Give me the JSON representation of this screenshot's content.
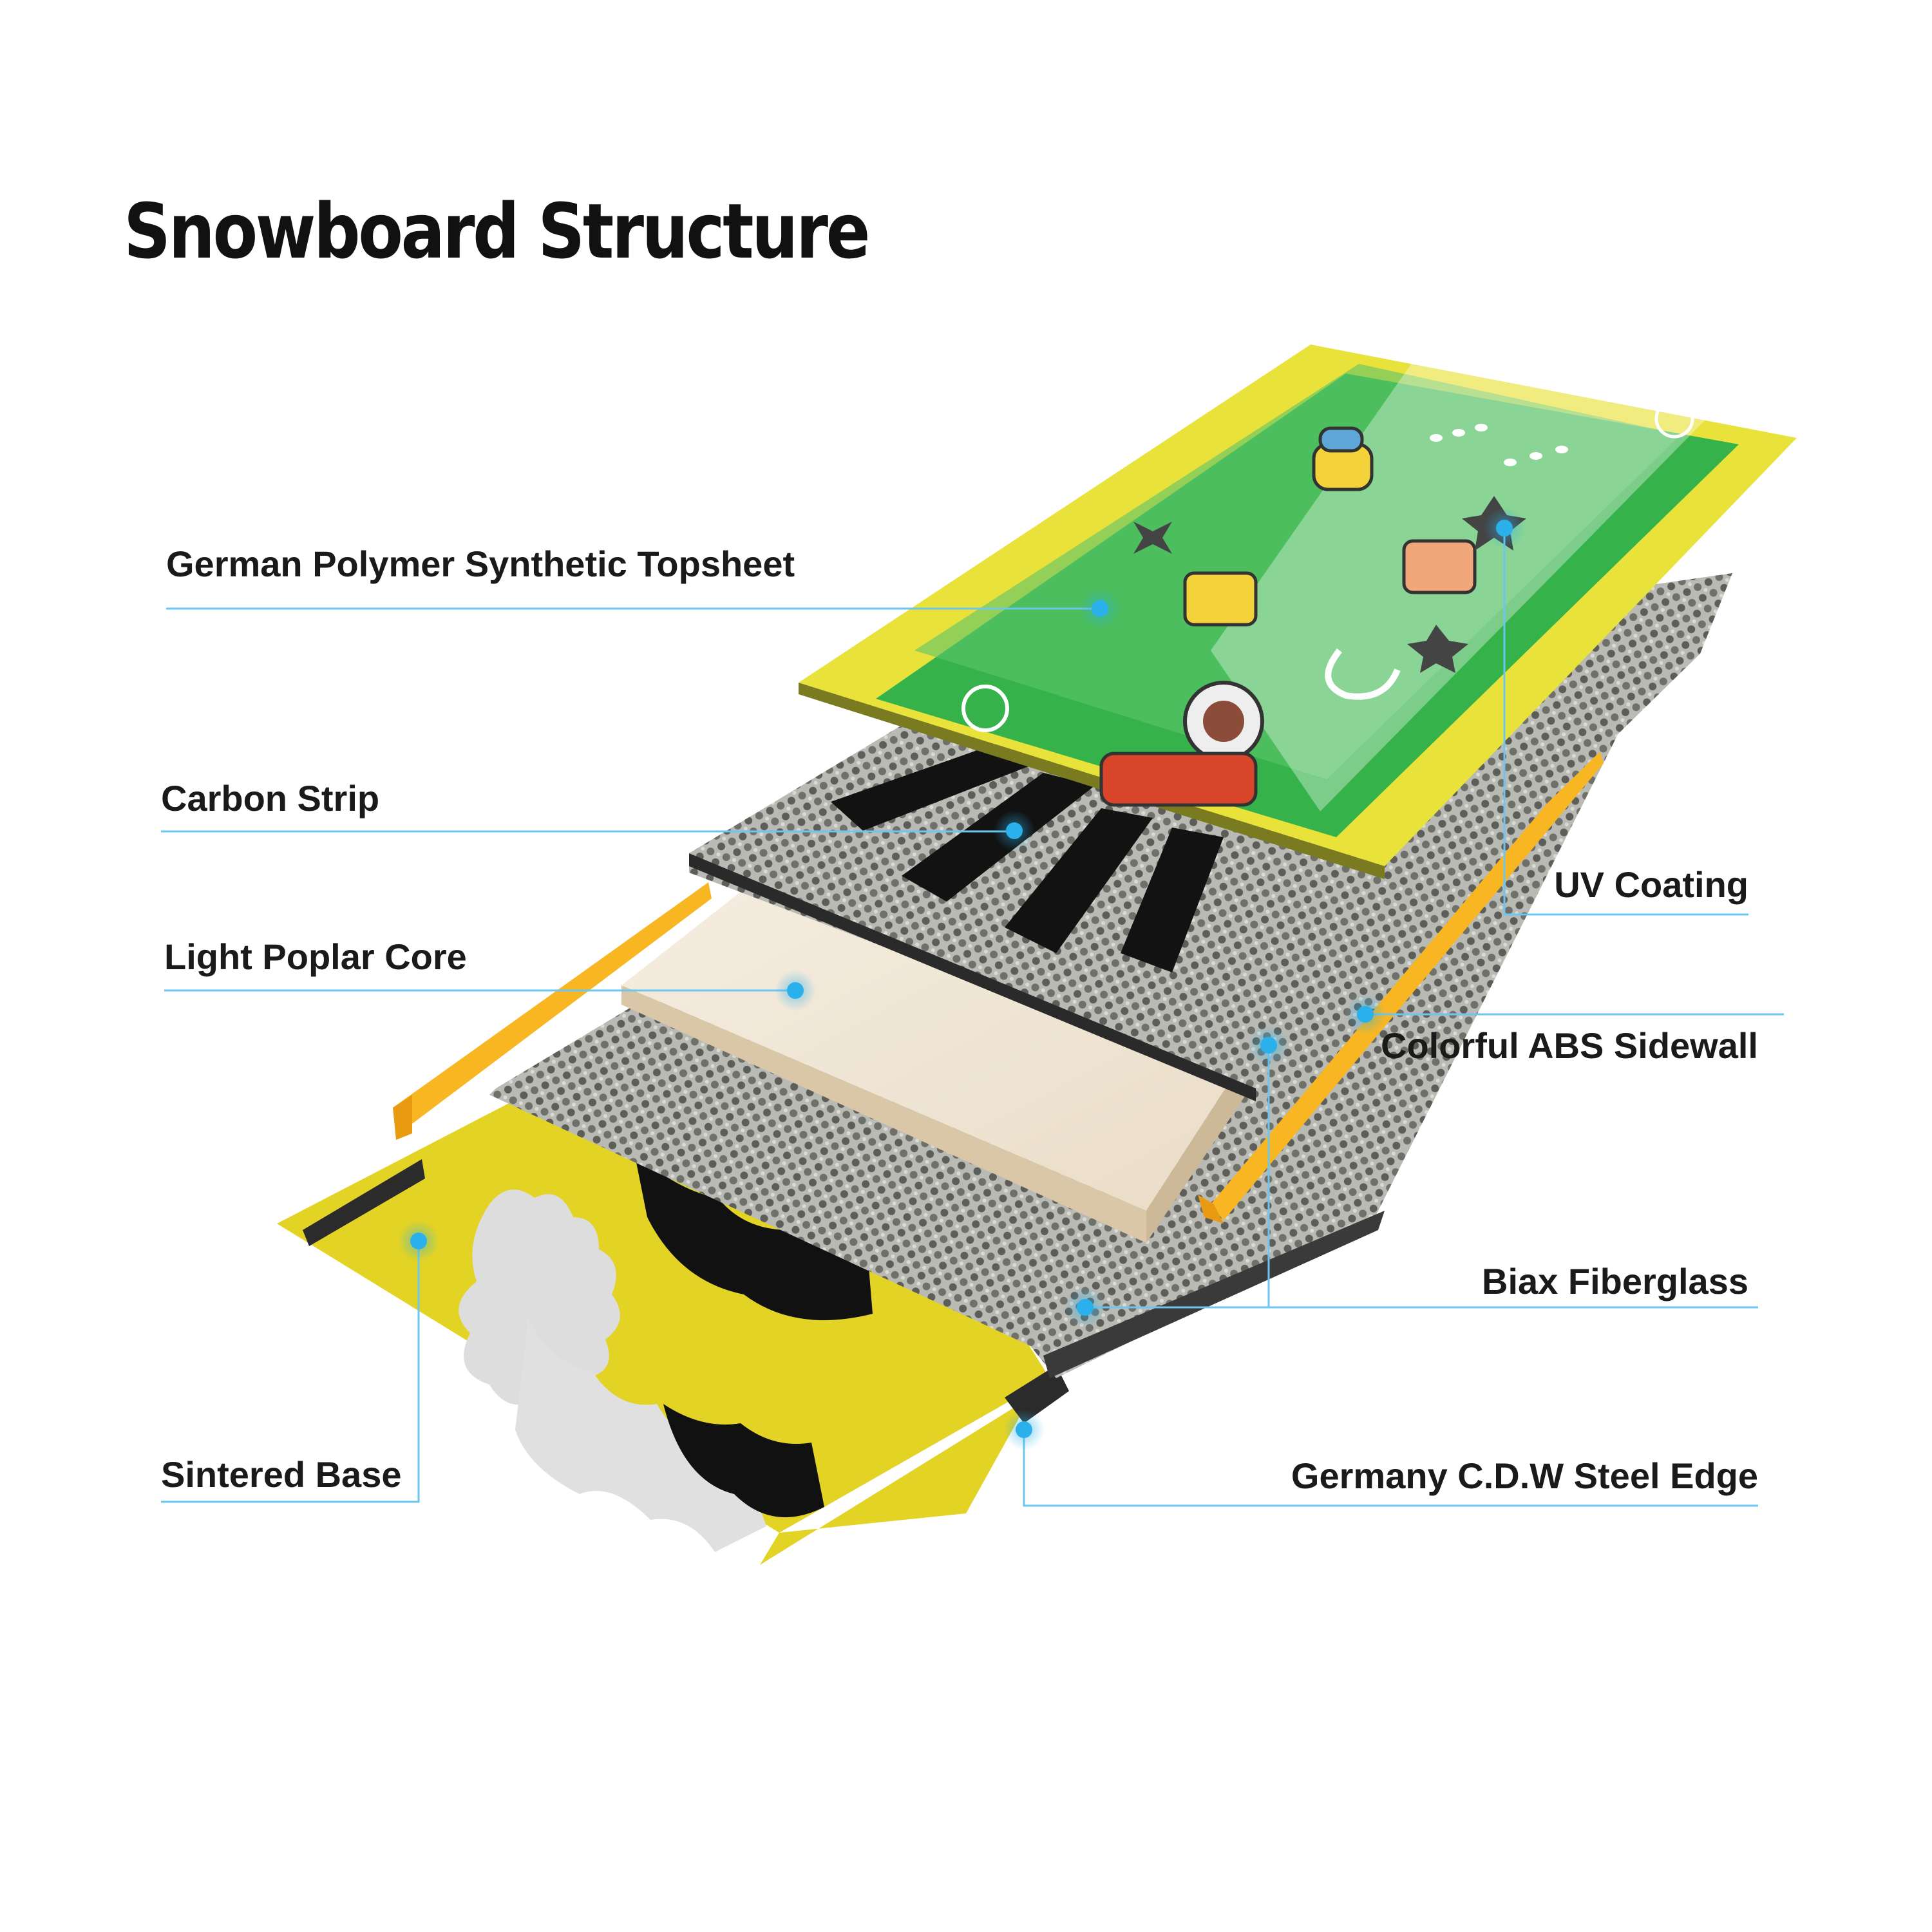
{
  "title": "Snowboard Structure",
  "labels": {
    "topsheet": "German Polymer Synthetic Topsheet",
    "carbon": "Carbon Strip",
    "core": "Light Poplar Core",
    "base": "Sintered Base",
    "uv": "UV Coating",
    "sidewall": "Colorful ABS Sidewall",
    "fiberglass": "Biax Fiberglass",
    "edge": "Germany C.D.W Steel Edge"
  },
  "colors": {
    "leader_line": "#6cc6ef",
    "marker": "#2ab0ea",
    "topsheet_green": "#35b34a",
    "topsheet_yellow": "#e9e23b",
    "base_yellow": "#e3d324",
    "sidewall_orange": "#f8b623",
    "core_wood": "#f1e6d6",
    "fiberglass_gray": "#8a8b86",
    "carbon_black": "#121212"
  }
}
